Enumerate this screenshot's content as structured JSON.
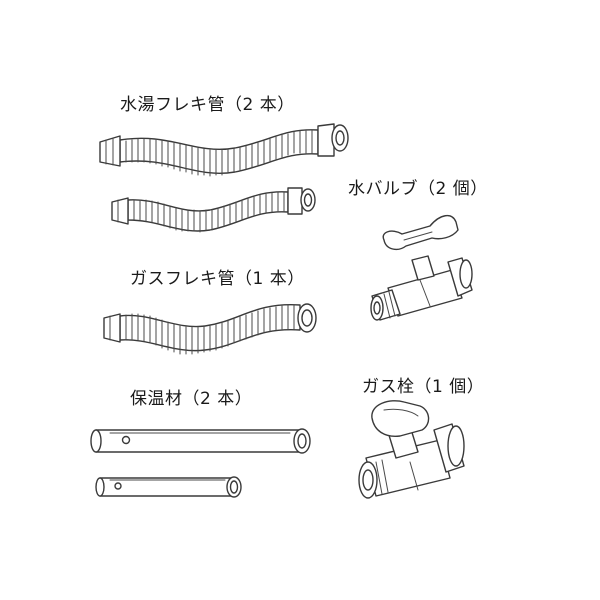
{
  "labels": {
    "hot_water_hose": "水湯フレキ管（2 本）",
    "water_valve": "水バルブ（2 個）",
    "gas_hose": "ガスフレキ管（1 本）",
    "insulation": "保温材（2 本）",
    "gas_cock": "ガス栓（1 個）"
  }
}
